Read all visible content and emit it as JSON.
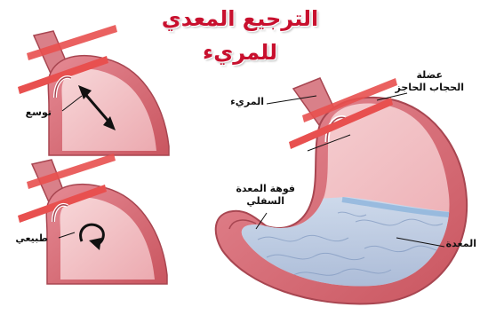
{
  "title": "الترجيع المعدي للمريء",
  "labels": {
    "dilated": "توسع",
    "normal": "طبيعي",
    "esophagus": "المريء",
    "diaphragm_line1": "عضلة",
    "diaphragm_line2": "الحجاب الحاجز",
    "lower_opening_line1": "فوهة المعدة",
    "lower_opening_line2": "السفلي",
    "stomach": "المعدة"
  },
  "colors": {
    "title": "#c8102e",
    "stomach_wall": "#d9707a",
    "stomach_interior": "#f3c8cc",
    "diaphragm": "#e8504f",
    "acid": "#aac6e4",
    "arrow": "#111111"
  }
}
